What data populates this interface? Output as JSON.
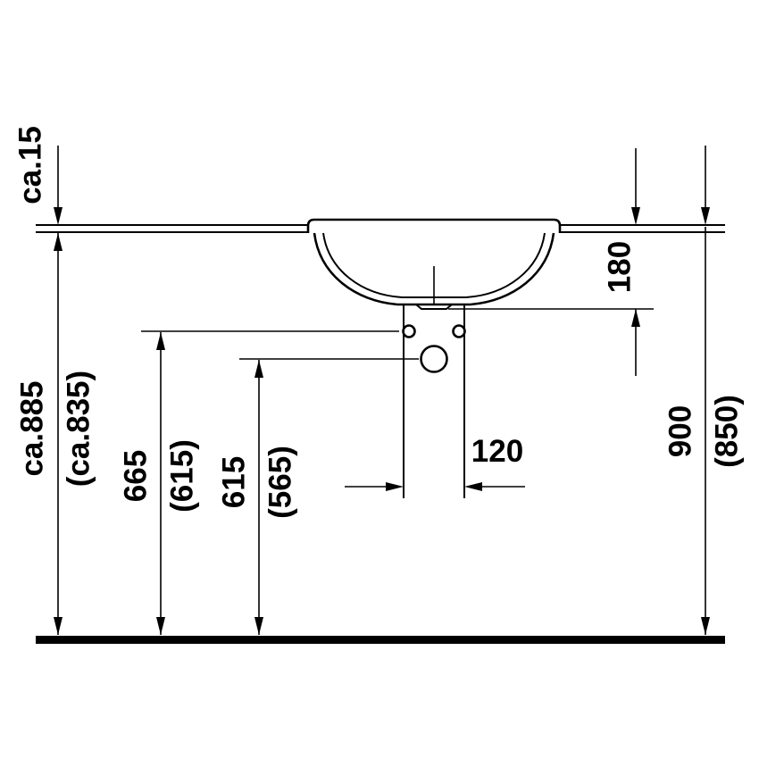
{
  "diagram": {
    "subject": "Washbasin installation drawing - side elevation with mounting dimensions",
    "units": "mm",
    "colors": {
      "line": "#000000",
      "background": "#ffffff"
    },
    "labels": {
      "counter_thickness": "ca.15",
      "underside_height": "ca.885",
      "underside_height_alt": "(ca.835)",
      "fixing_height": "665",
      "fixing_height_alt": "(615)",
      "drain_height": "615",
      "drain_height_alt": "(565)",
      "basin_depth": "180",
      "top_height": "900",
      "top_height_alt": "(850)",
      "drain_zone_width": "120"
    }
  }
}
